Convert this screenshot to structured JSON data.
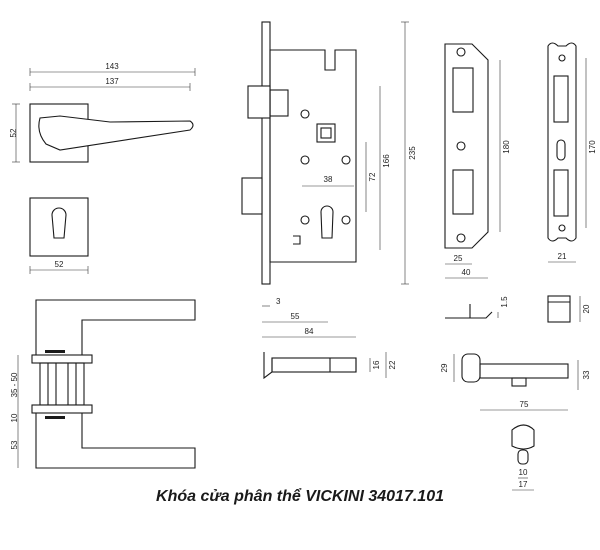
{
  "caption": "Khóa cửa phân thể VICKINI 34017.101",
  "handle_view": {
    "dims": [
      "143",
      "137",
      "52",
      "52"
    ]
  },
  "lock_body": {
    "dims": [
      "38",
      "72",
      "166",
      "235",
      "3",
      "55",
      "84"
    ]
  },
  "faceplate": {
    "dims": [
      "180",
      "25",
      "40"
    ]
  },
  "strike_plate": {
    "dims": [
      "170",
      "21"
    ]
  },
  "side_view": {
    "dims": [
      "35 - 50",
      "10",
      "53"
    ]
  },
  "latch": {
    "dims": [
      "16",
      "22"
    ]
  },
  "strike_box": {
    "dims": [
      "1.5",
      "20"
    ]
  },
  "cylinder": {
    "dims": [
      "29",
      "33",
      "75",
      "10",
      "17"
    ]
  }
}
